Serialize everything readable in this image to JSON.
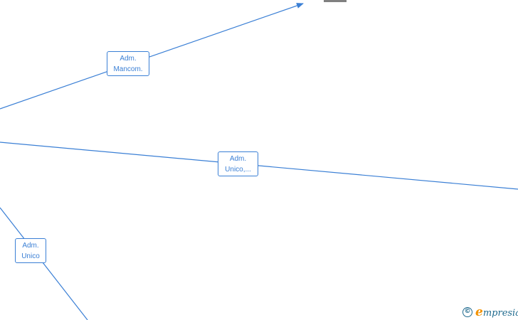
{
  "diagram": {
    "edges": [
      {
        "id": "edge-mancom",
        "label_line1": "Adm.",
        "label_line2": "Mancom."
      },
      {
        "id": "edge-unico-ellipsis",
        "label_line1": "Adm.",
        "label_line2": "Unico,..."
      },
      {
        "id": "edge-unico",
        "label_line1": "Adm.",
        "label_line2": "Unico"
      }
    ]
  },
  "watermark": {
    "symbol": "©",
    "brand_initial": "e",
    "brand_rest": "mpresia"
  },
  "colors": {
    "edge": "#3a7fd5",
    "node_stub": "#808080",
    "brand_blue": "#1f6a8e",
    "brand_orange": "#f39200"
  }
}
